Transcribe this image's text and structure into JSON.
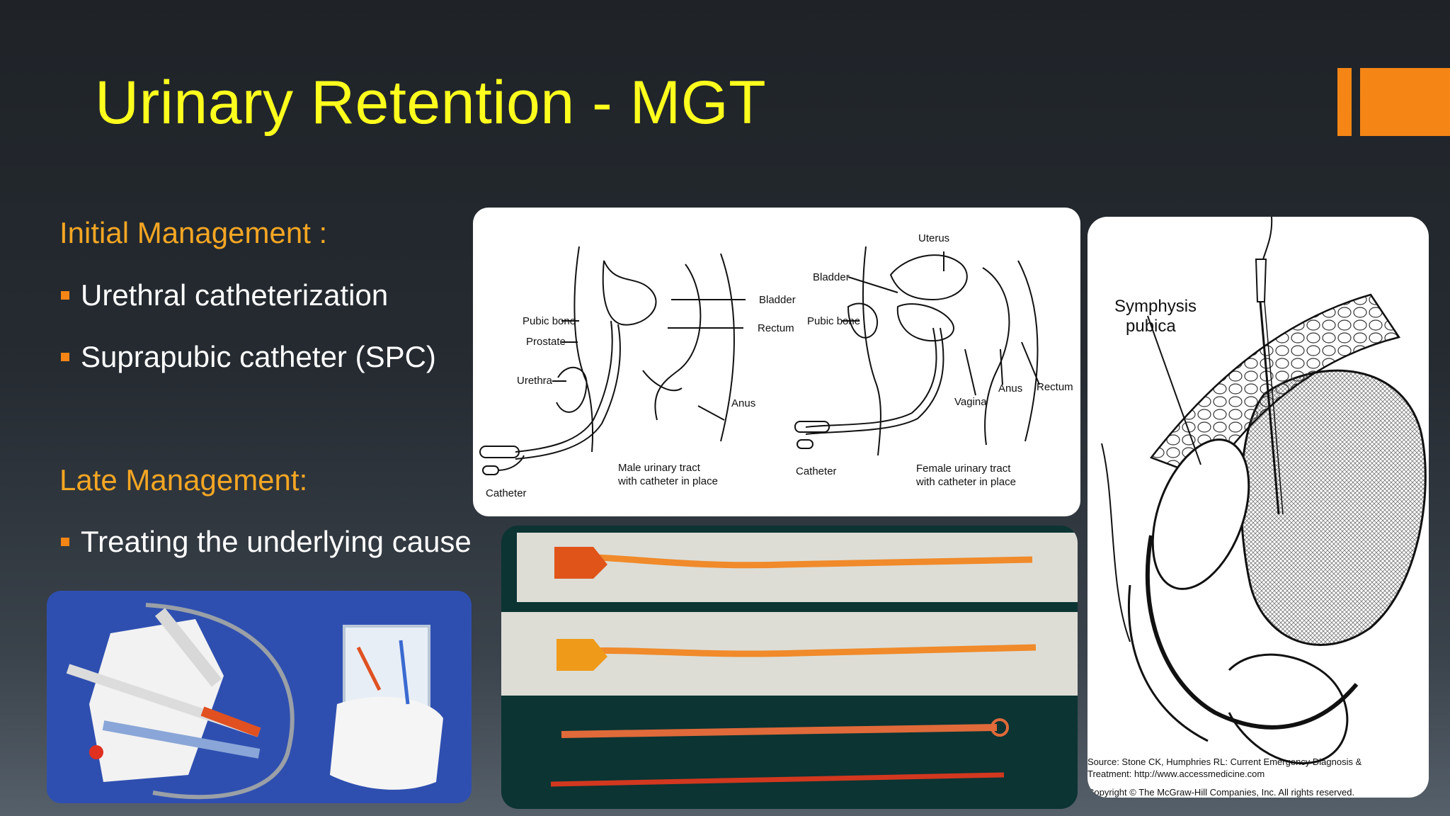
{
  "slide": {
    "title": "Urinary Retention - MGT",
    "initial_heading": "Initial Management :",
    "initial_items": [
      "Urethral catheterization",
      "Suprapubic catheter (SPC)"
    ],
    "late_heading": "Late Management:",
    "late_items": [
      "Treating  the underlying cause"
    ]
  },
  "anatomy_figure": {
    "male": {
      "labels": [
        "Bladder",
        "Pubic bone",
        "Prostate",
        "Rectum",
        "Urethra",
        "Anus",
        "Catheter"
      ],
      "caption_line1": "Male urinary tract",
      "caption_line2": "with catheter in place"
    },
    "female": {
      "labels": [
        "Uterus",
        "Bladder",
        "Pubic bone",
        "Anus",
        "Rectum",
        "Vagina",
        "Catheter"
      ],
      "caption_line1": "Female urinary tract",
      "caption_line2": "with catheter in place"
    }
  },
  "suprapubic_figure": {
    "label_line1": "Symphysis",
    "label_line2": "pubica",
    "source_line1": "Source: Stone CK, Humphries RL: Current Emergency Diagnosis &",
    "source_line2": "Treatment: http://www.accessmedicine.com",
    "source_line3": "Copyright © The McGraw-Hill Companies, Inc. All rights reserved."
  },
  "colors": {
    "title": "#ffff1e",
    "heading": "#f5a623",
    "accent": "#f58515",
    "text": "#ffffff"
  }
}
